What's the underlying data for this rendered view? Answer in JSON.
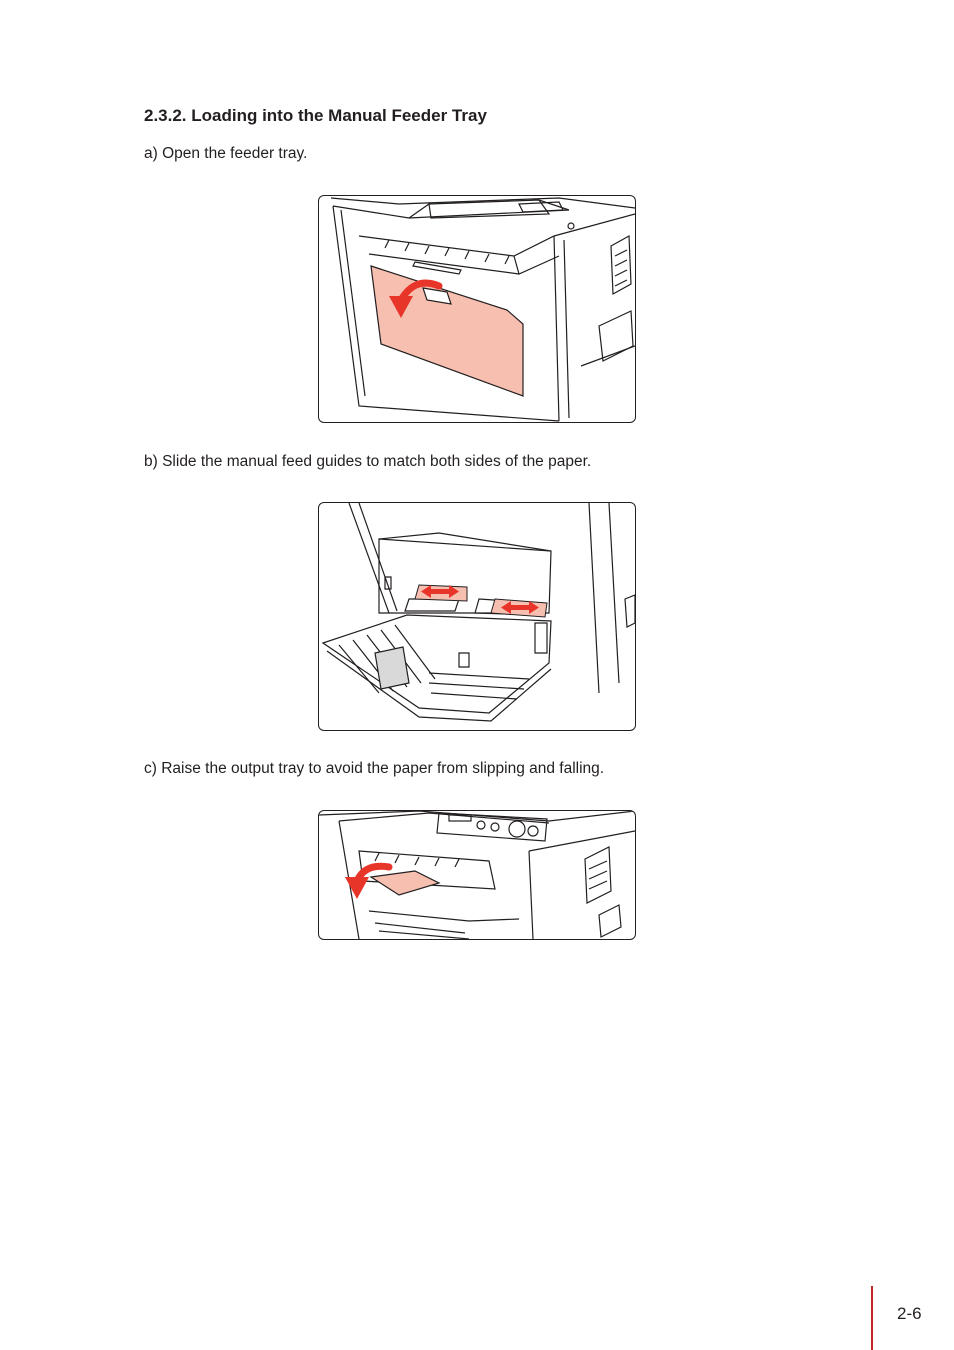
{
  "section": {
    "heading": "2.3.2. Loading into the Manual Feeder Tray"
  },
  "steps": [
    {
      "text": "a) Open the feeder tray.",
      "illustration": "printer-open-feeder-tray"
    },
    {
      "text": "b) Slide the manual feed guides to match both sides of the paper.",
      "illustration": "printer-slide-feed-guides"
    },
    {
      "text": "c) Raise the output tray to avoid the paper from slipping and falling.",
      "illustration": "printer-raise-output-tray"
    }
  ],
  "footer": {
    "page_number": "2-6"
  },
  "colors": {
    "text": "#231f20",
    "highlight_fill": "#f7bfb0",
    "arrow_red": "#e8352a",
    "page_rule": "#c1272d"
  }
}
